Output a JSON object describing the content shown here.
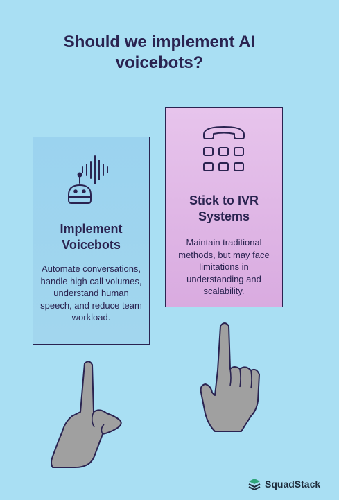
{
  "title": "Should we implement AI voicebots?",
  "options": [
    {
      "title": "Implement Voicebots",
      "description": "Automate conversations, handle high call volumes, understand human speech, and reduce team workload.",
      "icon": "robot-voice-icon"
    },
    {
      "title": "Stick to IVR Systems",
      "description": "Maintain traditional methods, but may face limitations in understanding and scalability.",
      "icon": "phone-keypad-icon"
    }
  ],
  "brand": {
    "name": "SquadStack"
  },
  "colors": {
    "background": "#a9dff3",
    "ink": "#2a2350",
    "left_card": "#9bd3ef",
    "right_card": "#dfb6e6",
    "hand": "#a0a0a0",
    "brand_green": "#2fa57a"
  }
}
